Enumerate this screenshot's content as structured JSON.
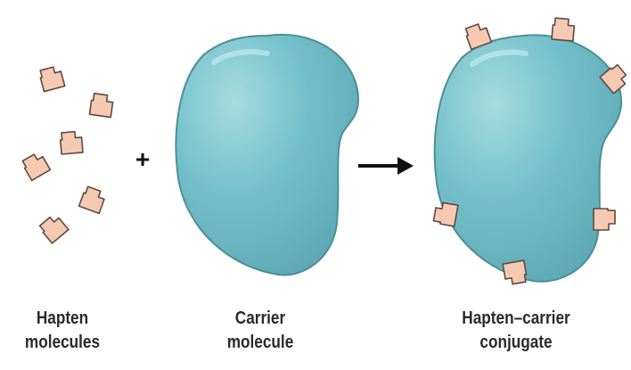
{
  "diagram": {
    "operator_plus": "+",
    "labels": {
      "hapten_line1": "Hapten",
      "hapten_line2": "molecules",
      "carrier_line1": "Carrier",
      "carrier_line2": "molecule",
      "conjugate_line1": "Hapten–carrier",
      "conjugate_line2": "conjugate"
    }
  },
  "colors": {
    "carrier_fill": "#6fbcc6",
    "carrier_stroke": "#4d8f99",
    "hapten_fill": "#f6c9b3",
    "hapten_stroke": "#5e4a40",
    "arrow": "#111111",
    "text": "#2a2a2a"
  }
}
